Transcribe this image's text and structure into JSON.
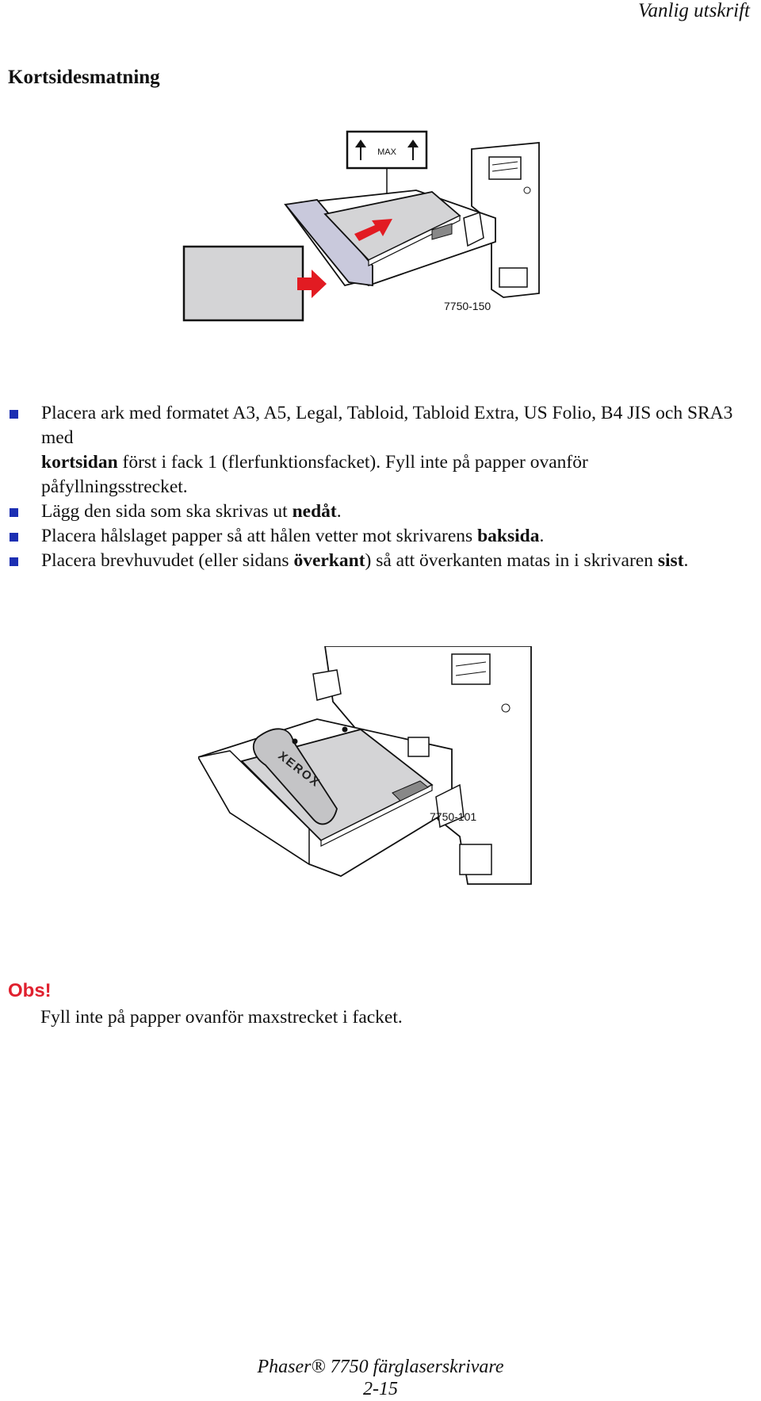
{
  "header": {
    "running_title": "Vanlig utskrift"
  },
  "section": {
    "title": "Kortsidesmatning"
  },
  "figure1": {
    "label": "7750-150",
    "max_text": "MAX"
  },
  "bullets": [
    {
      "parts": [
        {
          "text": "Placera ark med formatet A3, A5, Legal, Tabloid, Tabloid Extra, US Folio, B4 JIS och SRA3 med",
          "bold": false
        },
        {
          "text": "\n",
          "bold": false
        },
        {
          "text": "kortsidan",
          "bold": true
        },
        {
          "text": " först i fack 1 (flerfunktionsfacket). Fyll inte på papper ovanför påfyllningsstrecket.",
          "bold": false
        }
      ]
    },
    {
      "parts": [
        {
          "text": "Lägg den sida som ska skrivas ut ",
          "bold": false
        },
        {
          "text": "nedåt",
          "bold": true
        },
        {
          "text": ".",
          "bold": false
        }
      ]
    },
    {
      "parts": [
        {
          "text": "Placera hålslaget papper så att hålen vetter mot skrivarens ",
          "bold": false
        },
        {
          "text": "baksida",
          "bold": true
        },
        {
          "text": ".",
          "bold": false
        }
      ]
    },
    {
      "parts": [
        {
          "text": "Placera brevhuvudet (eller sidans ",
          "bold": false
        },
        {
          "text": "överkant",
          "bold": true
        },
        {
          "text": ") så att överkanten matas in i skrivaren ",
          "bold": false
        },
        {
          "text": "sist",
          "bold": true
        },
        {
          "text": ".",
          "bold": false
        }
      ]
    }
  ],
  "figure2": {
    "label": "7750-101",
    "paper_brand": "XEROX"
  },
  "note": {
    "heading": "Obs!",
    "text": "Fyll inte på papper ovanför maxstrecket i facket."
  },
  "footer": {
    "product": "Phaser® 7750 färglaserskrivare",
    "page": "2-15"
  },
  "colors": {
    "bullet": "#1c2fb3",
    "note_heading": "#e0202e",
    "arrow": "#e21b22",
    "paper": "#d4d4d6",
    "tray": "#c9c9dc"
  }
}
